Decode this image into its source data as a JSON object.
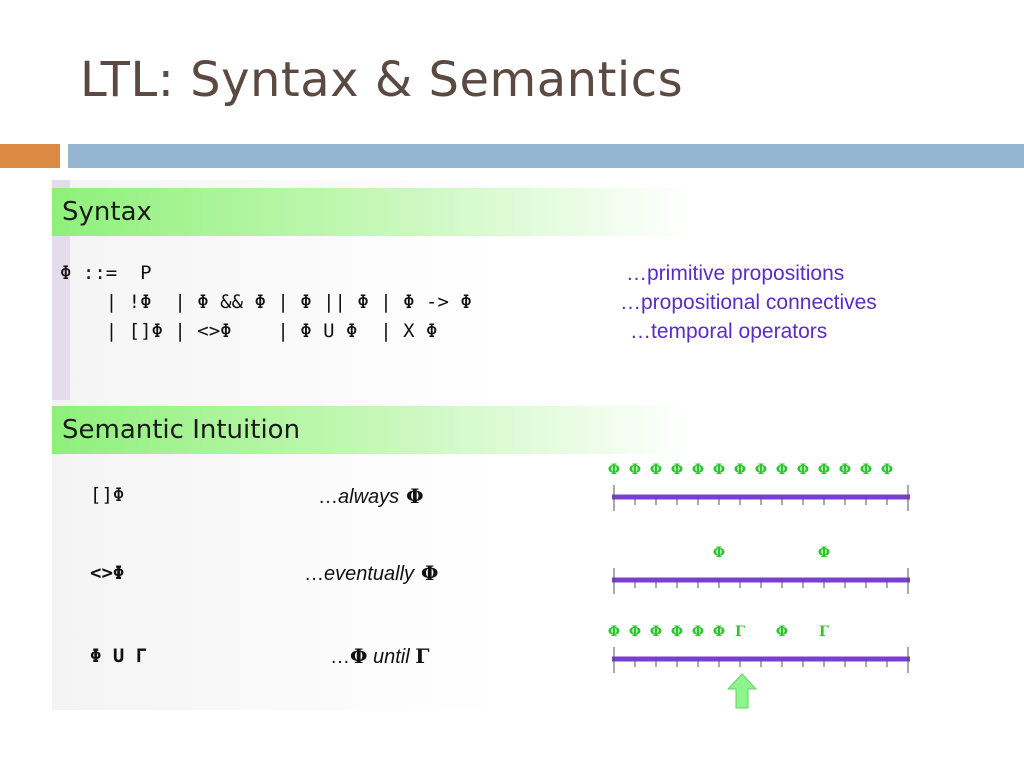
{
  "slide": {
    "title": "LTL: Syntax & Semantics"
  },
  "syntax": {
    "header": "Syntax",
    "lines": [
      "Φ ::=  P",
      "    | !Φ  | Φ && Φ | Φ || Φ | Φ -> Φ",
      "    | []Φ | <>Φ    | Φ U Φ  | X Φ"
    ],
    "comments": [
      "…primitive propositions",
      "…propositional connectives",
      "…temporal operators"
    ]
  },
  "semantics": {
    "header": "Semantic Intuition",
    "rows": [
      {
        "formula": "[]Φ",
        "desc_prefix": "…",
        "desc_word": "always",
        "desc_sym": " Φ",
        "desc_word2": "",
        "desc_sym2": "",
        "timeline_labels": [
          "Φ",
          "Φ",
          "Φ",
          "Φ",
          "Φ",
          "Φ",
          "Φ",
          "Φ",
          "Φ",
          "Φ",
          "Φ",
          "Φ",
          "Φ",
          "Φ"
        ],
        "label_positions": [
          0,
          1,
          2,
          3,
          4,
          5,
          6,
          7,
          8,
          9,
          10,
          11,
          12,
          13
        ]
      },
      {
        "formula": "<>Φ",
        "desc_prefix": "…",
        "desc_word": "eventually",
        "desc_sym": " Φ",
        "desc_word2": "",
        "desc_sym2": "",
        "timeline_labels": [
          "Φ",
          "Φ"
        ],
        "label_positions": [
          5,
          10
        ]
      },
      {
        "formula": "Φ U Γ",
        "desc_prefix": "…",
        "desc_word": "",
        "desc_sym": "Φ",
        "desc_word2": " until ",
        "desc_sym2": "Γ",
        "timeline_labels": [
          "Φ",
          "Φ",
          "Φ",
          "Φ",
          "Φ",
          "Φ",
          "Γ",
          "Φ",
          "Γ"
        ],
        "label_positions": [
          0,
          1,
          2,
          3,
          4,
          5,
          6,
          8,
          10
        ],
        "arrow_at": 6
      }
    ]
  },
  "colors": {
    "title": "#5b4a42",
    "orange_bar": "#dd8a45",
    "blue_bar": "#94b6d2",
    "header_green": "#8ef07a",
    "comment_purple": "#5b2cc4",
    "timeline_purple": "#7a3fd0",
    "label_green": "#2fc42f",
    "arrow_green": "#8cf58c"
  }
}
